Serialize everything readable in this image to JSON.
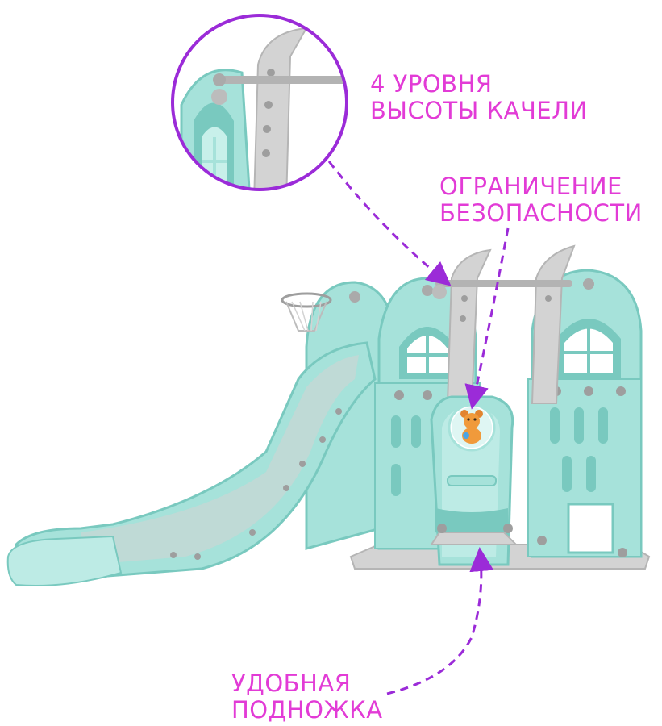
{
  "annotations": [
    {
      "id": "swing-height",
      "lines": [
        "4 УРОВНЯ",
        "ВЫСОТЫ КАЧЕЛИ"
      ]
    },
    {
      "id": "safety",
      "lines": [
        "ОГРАНИЧЕНИЕ",
        "БЕЗОПАСНОСТИ"
      ]
    },
    {
      "id": "footrest",
      "lines": [
        "УДОБНАЯ",
        "ПОДНОЖКА"
      ]
    }
  ],
  "colors": {
    "mint": "#a6e2da",
    "mint_dark": "#79c9bf",
    "grey": "#c9c9c9",
    "grey_dark": "#9e9e9e",
    "accent_label": "#e23bd6",
    "arrow": "#9b2bd8"
  }
}
